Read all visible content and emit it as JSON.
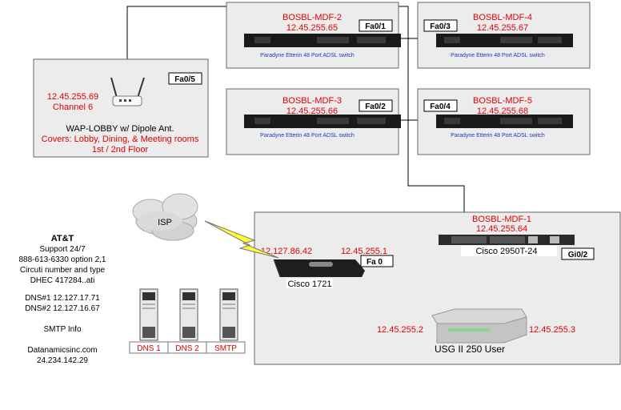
{
  "boxes": {
    "mdf2": {
      "name": "BOSBL-MDF-2",
      "ip": "12.45.255.65",
      "port": "Fa0/1",
      "device_label": "Paradyne Etterin 48 Port ADSL switch"
    },
    "mdf4": {
      "name": "BOSBL-MDF-4",
      "ip": "12.45.255.67",
      "port": "Fa0/3",
      "device_label": "Paradyne Etterin 48 Port ADSL switch"
    },
    "mdf3": {
      "name": "BOSBL-MDF-3",
      "ip": "12.45.255.66",
      "port": "Fa0/2",
      "device_label": "Paradyne Etterin 48 Port ADSL switch"
    },
    "mdf5": {
      "name": "BOSBL-MDF-5",
      "ip": "12.45.255.68",
      "port": "Fa0/4",
      "device_label": "Paradyne Etterin 48 Port ADSL switch"
    },
    "wap": {
      "ip": "12.45.255.69",
      "channel": "Channel 6",
      "port": "Fa0/5",
      "title": "WAP-LOBBY w/ Dipole Ant.",
      "covers": "Covers: Lobby, Dining, & Meeting rooms",
      "floors": "1st / 2nd Floor"
    },
    "core": {
      "mdf1_name": "BOSBL-MDF-1",
      "mdf1_ip": "12.45.255.64",
      "switch_label": "Cisco 2950T-24",
      "gi_port": "Gi0/2",
      "router_wan_ip": "12.127.86.42",
      "router_lan_ip": "12.45.255.1",
      "router_port": "Fa 0",
      "router_label": "Cisco 1721",
      "fw_left_ip": "12.45.255.2",
      "fw_right_ip": "12.45.255.3",
      "fw_label": "USG II  250 User"
    }
  },
  "isp_label": "ISP",
  "servers": [
    "DNS 1",
    "DNS 2",
    "SMTP"
  ],
  "att": {
    "title": "AT&T",
    "lines": [
      "Support 24/7",
      "888-613-6330 option 2,1",
      "Circuti number and type",
      "DHEC 417284..ati",
      "",
      "DNS#1 12.127.17.71",
      "DNS#2 12.127.16.67",
      "",
      "SMTP Info",
      "",
      "Datanamicsinc.com",
      "24.234.142.29"
    ]
  }
}
